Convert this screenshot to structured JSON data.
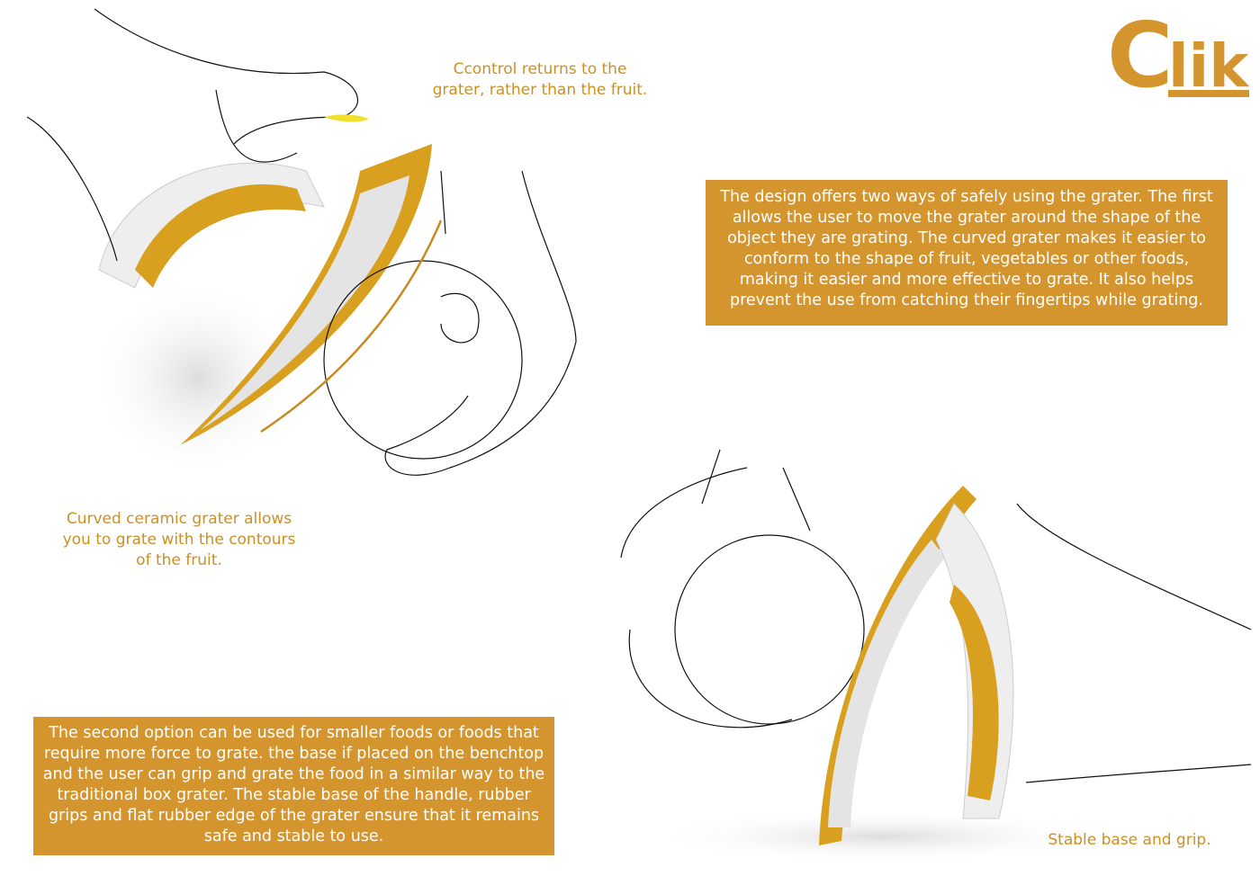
{
  "logo": {
    "text": "Clik"
  },
  "colors": {
    "accent": "#D4952F",
    "caption": "#CC9023",
    "grater": "#D9A020"
  },
  "captions": {
    "control": [
      "Ccontrol returns to the",
      "grater, rather than the fruit."
    ],
    "curved": [
      "Curved ceramic grater allows",
      "you to grate with the contours",
      "of the fruit."
    ],
    "stable": "Stable base and grip."
  },
  "boxes": {
    "first": [
      "The design offers two ways of safely using the grater. The first",
      "allows the user to move the grater around the shape of the",
      "object they are grating. The curved grater makes it easier to",
      "conform to the shape of fruit, vegetables or other foods,",
      "making it easier and more effective to grate. It also helps",
      "prevent the use from catching their fingertips while grating."
    ],
    "second": [
      "The second option can be used for smaller foods or foods that",
      "require more force to grate. the base if placed on the benchtop",
      "and the user can grip and grate the food in a similar way to the",
      "traditional box grater. The stable base of the handle, rubber",
      "grips and flat rubber edge of the grater ensure that it remains",
      "safe and stable to use."
    ]
  }
}
